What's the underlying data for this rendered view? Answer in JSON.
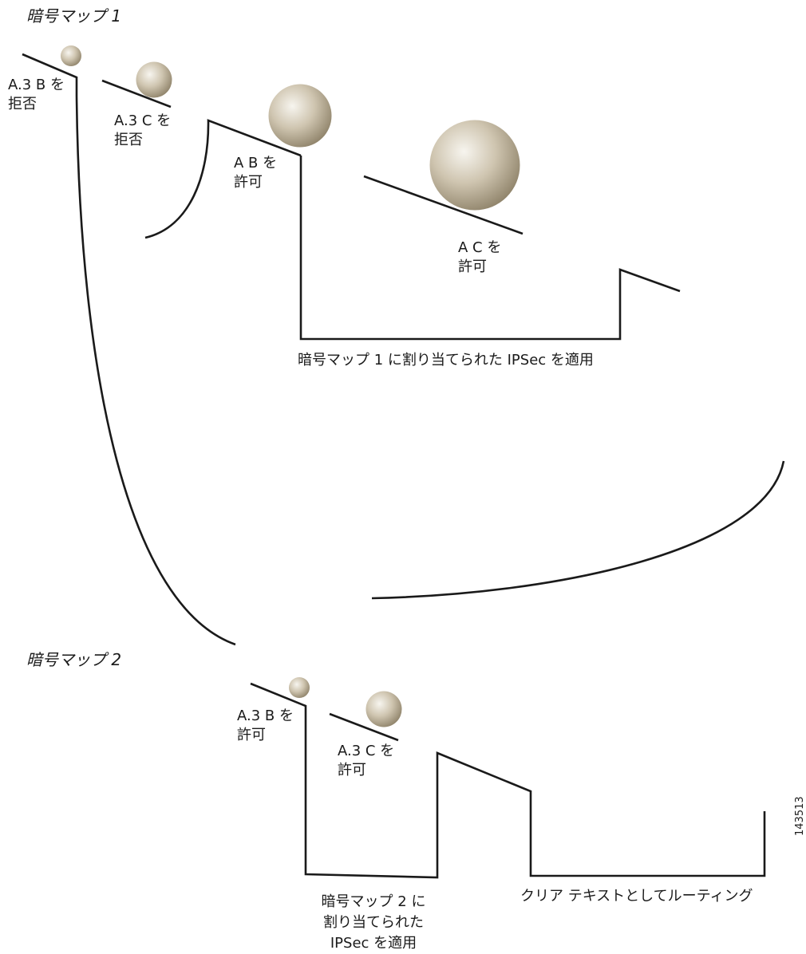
{
  "map1": {
    "title": "暗号マップ 1",
    "step1": "A.3 B を\n拒否",
    "step2": "A.3 C を\n拒否",
    "step3": "A B を\n許可",
    "step4": "A C を\n許可",
    "result": "暗号マップ 1 に割り当てられた IPSec を適用"
  },
  "map2": {
    "title": "暗号マップ 2",
    "step1": "A.3 B を\n許可",
    "step2": "A.3 C を\n許可",
    "result": "暗号マップ 2 に\n割り当てられた\nIPSec を適用",
    "clear_text": "クリア テキストとしてルーティング"
  },
  "figure_id": "143513",
  "colors": {
    "line": "#1a1a1a",
    "ball_light": "#f5f2ea",
    "ball_mid": "#c9bfa9",
    "ball_dark": "#8a7d62"
  }
}
